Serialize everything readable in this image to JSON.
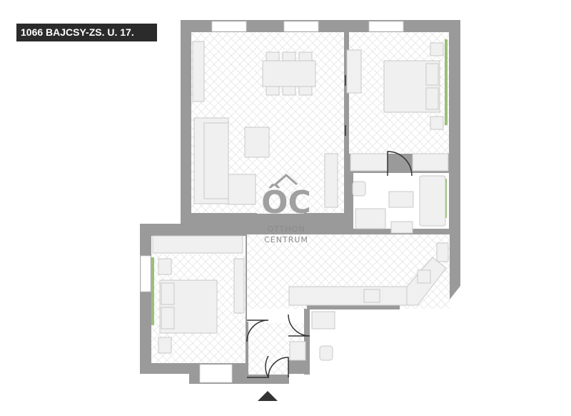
{
  "header": {
    "address": "1066 BAJCSY-ZS. U. 17."
  },
  "logo": {
    "monogram": "ÔC",
    "line1": "OTTHON",
    "line2": "CENTRUM"
  },
  "colors": {
    "wall": "#9a9a9a",
    "floor_pattern": "#e4e4e4",
    "furniture_fill": "#f0f0f0",
    "furniture_stroke": "#c8c8c8",
    "label_bg": "#2b2b2b",
    "plant_accent": "#9bbf7a",
    "entrance_marker": "#333333"
  },
  "icons": {
    "entrance": "triangle-up-icon",
    "logo": "otthon-centrum-logo"
  }
}
